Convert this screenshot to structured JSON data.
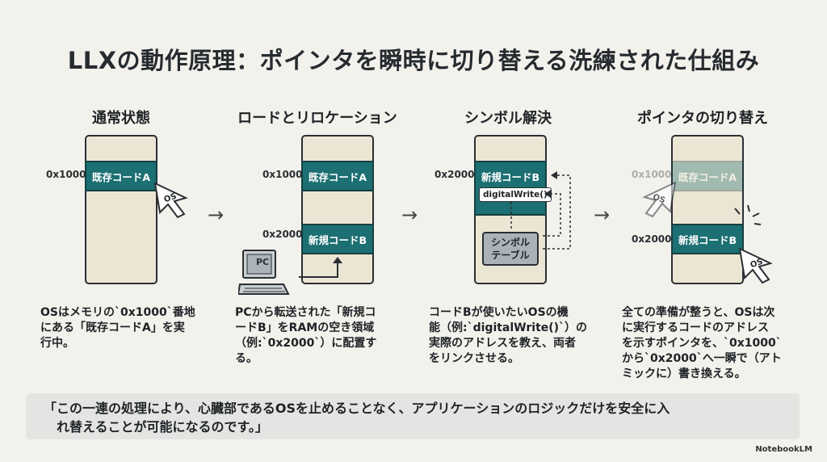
{
  "title": "LLXの動作原理：ポインタを瞬時に切り替える洗練された仕組み",
  "steps": [
    {
      "heading": "通常状態",
      "addr1": "0x1000",
      "block1": "既存コードA",
      "cursor": "OS",
      "desc": "OSはメモリの`0x1000`番地\nにある「既存コードA」を実\n行中。"
    },
    {
      "heading": "ロードとリロケーション",
      "addr1": "0x1000",
      "block1": "既存コードA",
      "addr2": "0x2000",
      "block2": "新規コードB",
      "pc": "PC",
      "desc": "PCから転送された「新規コ\nードB」をRAMの空き領域\n（例:`0x2000`）に配置す\nる。"
    },
    {
      "heading": "シンボル解決",
      "addr1": "0x2000",
      "block1": "新規コードB",
      "func": "digitalWrite()",
      "symtab": "シンボル\nテーブル",
      "desc": "コードBが使いたいOSの機\n能（例:`digitalWrite()`）の\n実際のアドレスを教え、両者\nをリンクさせる。"
    },
    {
      "heading": "ポインタの切り替え",
      "addr1": "0x1000",
      "block1": "既存コードA",
      "addr2": "0x2000",
      "block2": "新規コードB",
      "cursor1": "OS",
      "cursor2": "OS",
      "desc": "全ての準備が整うと、OSは次\nに実行するコードのアドレス\nを示すポインタを、`0x1000`\nから`0x2000`へ一瞬で（アト\nミックに）書き換える。"
    }
  ],
  "arrow": "→",
  "quote": "「この一連の処理により、心臓部であるOSを止めることなく、アプリケーションのロジックだけを安全に入\n　れ替えることが可能になるのです。」",
  "brand": "NotebookLM",
  "colors": {
    "block": "#1c6f72",
    "memory": "#ebe5d4",
    "background": "#f2f1ec"
  }
}
